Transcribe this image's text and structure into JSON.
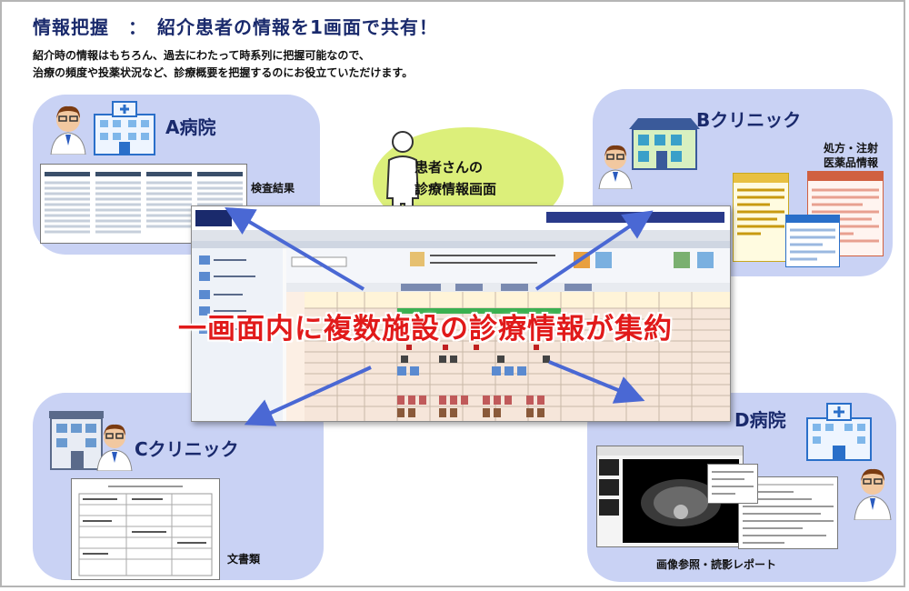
{
  "header": {
    "title": "情報把握　：　紹介患者の情報を1画面で共有！",
    "line1": "紹介時の情報はもちろん、過去にわたって時系列に把握可能なので、",
    "line2": "治療の頻度や投薬状況など、診療概要を把握するのにお役立ていただけます。"
  },
  "center": {
    "speech_line1": "患者さんの",
    "speech_line2": "診療情報画面",
    "banner": "一画面内に複数施設の診療情報が集約"
  },
  "facilities": {
    "a": {
      "name": "A病院",
      "caption": "検査結果"
    },
    "b": {
      "name": "Bクリニック",
      "caption_line1": "処方・注射",
      "caption_line2": "医薬品情報"
    },
    "c": {
      "name": "Cクリニック",
      "caption": "文書類"
    },
    "d": {
      "name": "D病院",
      "caption": "画像参照・読影レポート"
    }
  },
  "colors": {
    "panel": "#c9d2f4",
    "title": "#1a2a6c",
    "banner": "#e11a1a",
    "arrow": "#4a68d4",
    "speech": "#dcef7a"
  }
}
